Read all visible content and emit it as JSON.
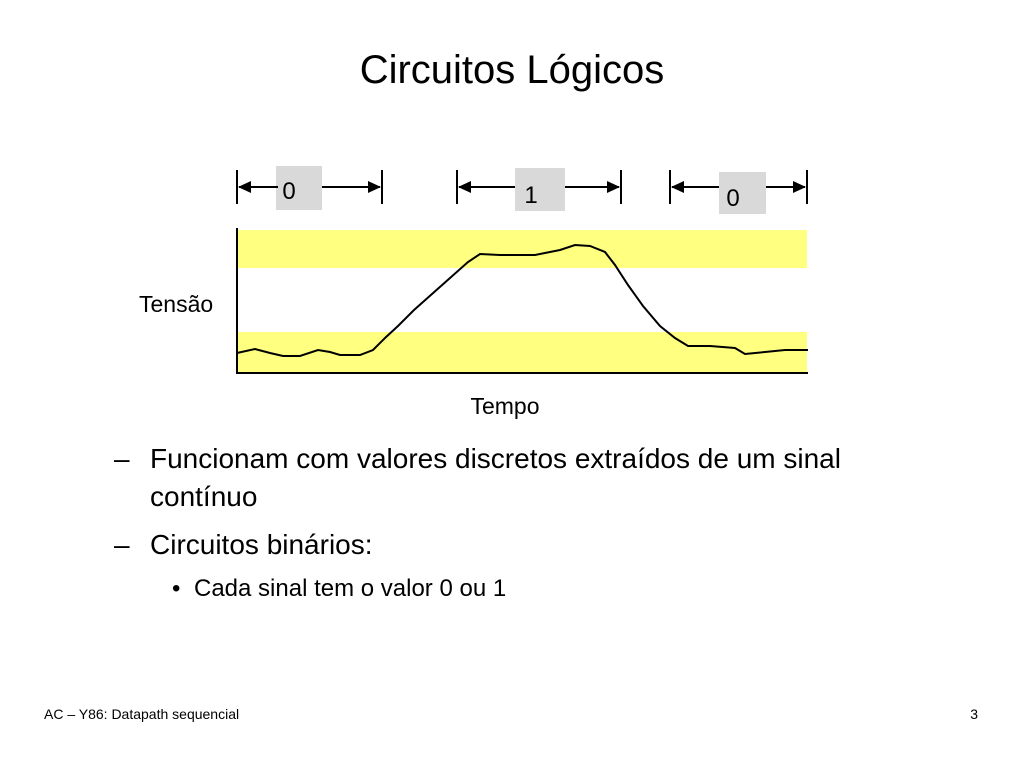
{
  "slide": {
    "title": "Circuitos Lógicos",
    "diagram": {
      "bit_labels": [
        "0",
        "1",
        "0"
      ],
      "y_label": "Tensão",
      "x_label": "Tempo",
      "band_color": "#ffff80",
      "box_color": "#d9d9d9"
    },
    "bullets": [
      {
        "marker": "–",
        "text": "Funcionam com valores discretos extraídos de um sinal contínuo"
      },
      {
        "marker": "–",
        "text": "Circuitos binários:"
      }
    ],
    "sub_bullets": [
      {
        "marker": "•",
        "text": "Cada sinal tem o valor 0 ou 1"
      }
    ],
    "footer_left": "AC – Y86: Datapath sequencial",
    "page_number": "3"
  }
}
